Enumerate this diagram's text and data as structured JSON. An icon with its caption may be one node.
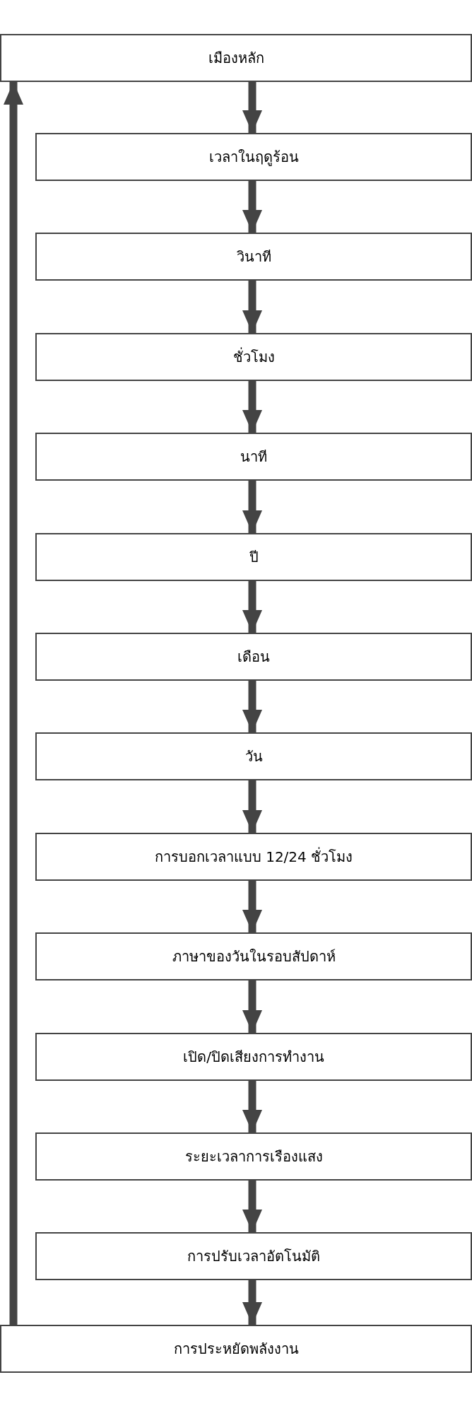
{
  "diagram": {
    "nodes": [
      {
        "text": [
          "เมืองหลัก"
        ]
      },
      {
        "text": [
          "เวลาในฤดูร้อน"
        ]
      },
      {
        "text": [
          "วินาที"
        ]
      },
      {
        "text": [
          "ชั่วโมง"
        ]
      },
      {
        "text": [
          "นาที"
        ]
      },
      {
        "text": [
          "ปี"
        ]
      },
      {
        "text": [
          "เดือน"
        ]
      },
      {
        "text": [
          "วัน"
        ]
      },
      {
        "text": [
          "การบอกเวลาแบบ 12/24 ชั่วโมง"
        ]
      },
      {
        "text": [
          "ภาษาของวันในรอบสัปดาห์"
        ]
      },
      {
        "text": [
          "เปิด/ปิดเสียงการทำงาน"
        ]
      },
      {
        "text": [
          "ระยะเวลาการเรืองแสง"
        ]
      },
      {
        "text": [
          "การปรับเวลาอัตโนมัติ"
        ]
      },
      {
        "text": [
          "การประหยัดพลังงาน"
        ]
      }
    ],
    "edges": [
      {
        "from": 0,
        "to": 1,
        "arrow": "to"
      },
      {
        "from": 1,
        "to": 2,
        "arrow": "to"
      },
      {
        "from": 2,
        "to": 3,
        "arrow": "to"
      },
      {
        "from": 3,
        "to": 4,
        "arrow": "to"
      },
      {
        "from": 4,
        "to": 5,
        "arrow": "to"
      },
      {
        "from": 5,
        "to": 6,
        "arrow": "to"
      },
      {
        "from": 6,
        "to": 7,
        "arrow": "to"
      },
      {
        "from": 7,
        "to": 8,
        "arrow": "to"
      },
      {
        "from": 8,
        "to": 9,
        "arrow": "to"
      },
      {
        "from": 9,
        "to": 10,
        "arrow": "to"
      },
      {
        "from": 10,
        "to": 11,
        "arrow": "to"
      },
      {
        "from": 11,
        "to": 12,
        "arrow": "to"
      },
      {
        "from": 12,
        "to": 13,
        "arrow": "to"
      },
      {
        "from": 13,
        "to": 0,
        "arrow": "to"
      }
    ]
  }
}
